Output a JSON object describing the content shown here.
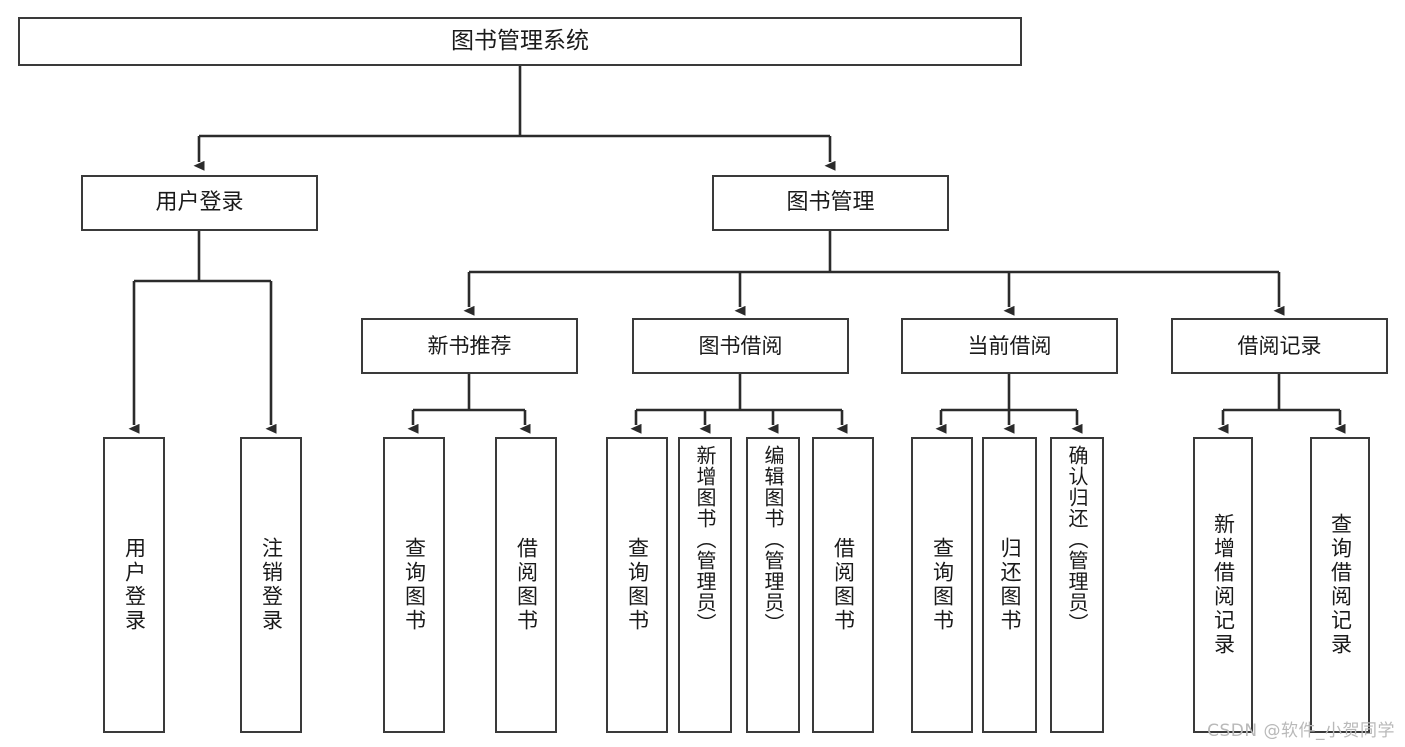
{
  "diagram": {
    "title": "图书管理系统",
    "type": "tree",
    "watermark": "CSDN @软件_小贺同学",
    "colors": {
      "box_border": "#3a3a3a",
      "box_fill": "#ffffff",
      "connector": "#2b2b2b",
      "text": "#1a1a1a",
      "watermark": "#b9b9b9",
      "background": "#ffffff"
    },
    "nodes": {
      "root": {
        "label": "图书管理系统"
      },
      "level1": [
        {
          "id": "user-login",
          "label": "用户登录"
        },
        {
          "id": "book-manage",
          "label": "图书管理"
        }
      ],
      "level2": [
        {
          "id": "new-book-recommend",
          "label": "新书推荐",
          "parent": "book-manage"
        },
        {
          "id": "book-borrow",
          "label": "图书借阅",
          "parent": "book-manage"
        },
        {
          "id": "current-borrow",
          "label": "当前借阅",
          "parent": "book-manage"
        },
        {
          "id": "borrow-record",
          "label": "借阅记录",
          "parent": "book-manage"
        }
      ],
      "leaves": [
        {
          "id": "leaf-user-login",
          "label": "用户登录",
          "parent": "user-login"
        },
        {
          "id": "leaf-user-logout",
          "label": "注销登录",
          "parent": "user-login"
        },
        {
          "id": "leaf-query-book-1",
          "label": "查询图书",
          "parent": "new-book-recommend"
        },
        {
          "id": "leaf-borrow-book-1",
          "label": "借阅图书",
          "parent": "new-book-recommend"
        },
        {
          "id": "leaf-query-book-2",
          "label": "查询图书",
          "parent": "book-borrow"
        },
        {
          "id": "leaf-add-book",
          "label": "新增图书（管理员）",
          "parent": "book-borrow"
        },
        {
          "id": "leaf-edit-book",
          "label": "编辑图书（管理员）",
          "parent": "book-borrow"
        },
        {
          "id": "leaf-borrow-book-2",
          "label": "借阅图书",
          "parent": "book-borrow"
        },
        {
          "id": "leaf-query-book-3",
          "label": "查询图书",
          "parent": "current-borrow"
        },
        {
          "id": "leaf-return-book",
          "label": "归还图书",
          "parent": "current-borrow"
        },
        {
          "id": "leaf-confirm-return",
          "label": "确认归还（管理员）",
          "parent": "current-borrow"
        },
        {
          "id": "leaf-add-record",
          "label": "新增借阅记录",
          "parent": "borrow-record"
        },
        {
          "id": "leaf-query-record",
          "label": "查询借阅记录",
          "parent": "borrow-record"
        }
      ]
    }
  }
}
